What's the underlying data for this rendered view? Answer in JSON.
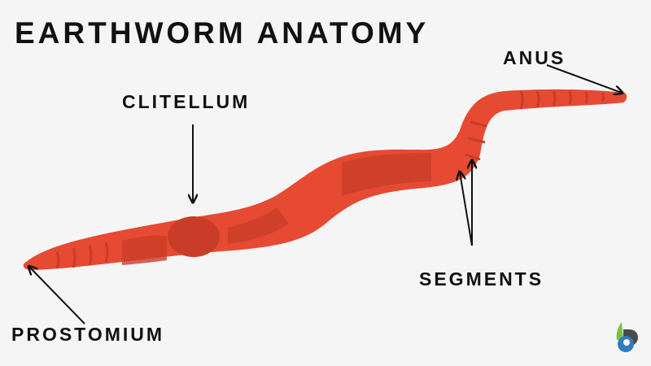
{
  "title": "EARTHWORM ANATOMY",
  "labels": {
    "clitellum": "CLITELLUM",
    "anus": "ANUS",
    "segments": "SEGMENTS",
    "prostomium": "PROSTOMIUM"
  },
  "colors": {
    "background": "#f5f5f5",
    "worm_body": "#e64a32",
    "worm_dark": "#c93d28",
    "text": "#111111",
    "logo_green": "#7cc142",
    "logo_blue": "#2f7cc1",
    "logo_gray": "#4a4a4a"
  }
}
